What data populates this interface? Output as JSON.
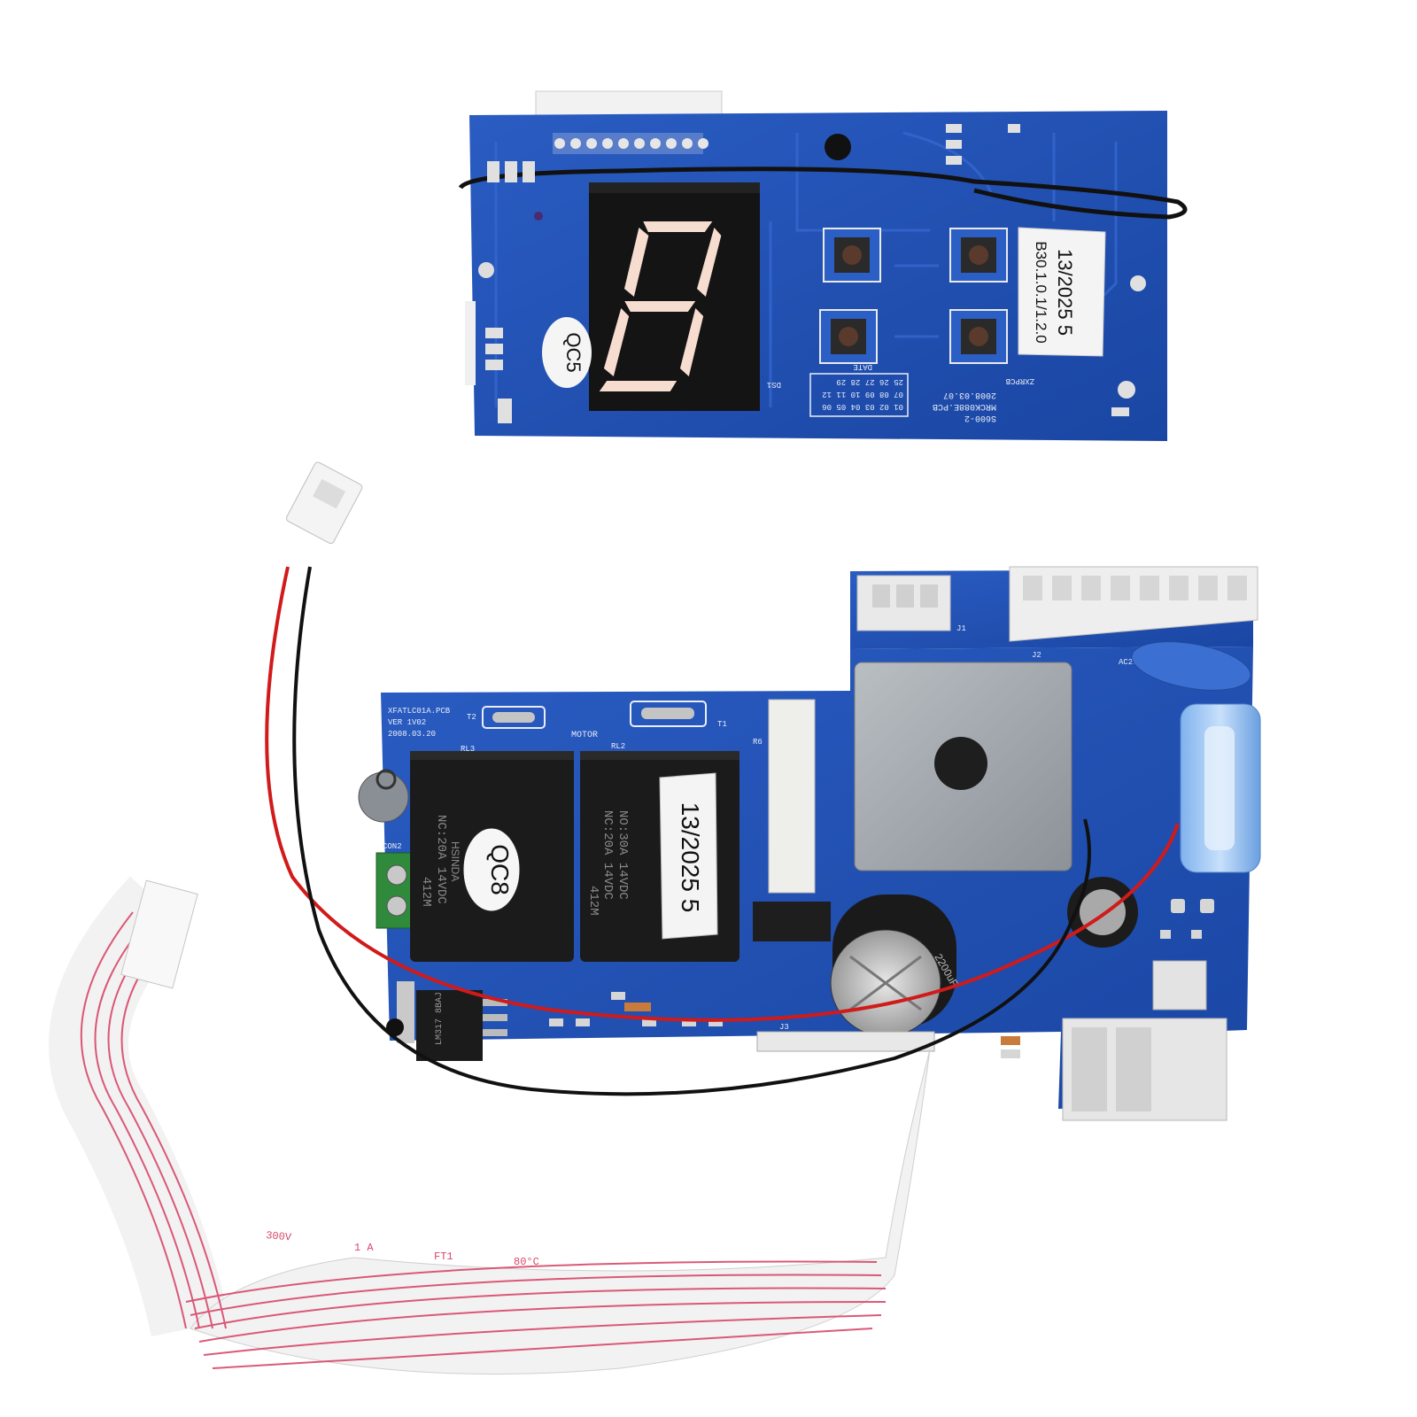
{
  "display_board": {
    "qc_label": "QC5",
    "sticker_line1": "13/2025 5",
    "sticker_line2": "B30.1.0.1/1.2.0",
    "silk_model": "MRCK088E.PCB",
    "silk_date": "2008.03.07",
    "silk_series": "S600-2",
    "silk_brand": "ZXRPCB",
    "silk_ds": "DS1",
    "silk_date_label": "DATE",
    "date_grid_row1": "01 02 03 04 05 06",
    "date_grid_row2": "07 08 09 10 11 12",
    "date_grid_row3": "25 26 27 28 29"
  },
  "control_board": {
    "qc_label": "QC8",
    "sticker_text": "13/2025 5",
    "silk_pcb": "XFATLC01A.PCB",
    "silk_ver": "VER 1V02",
    "silk_date": "2008.03.20",
    "silk_motor": "MOTOR",
    "silk_rl3": "RL3",
    "silk_rl2": "RL2",
    "silk_con2": "CON2",
    "silk_j1": "J1",
    "silk_j2": "J2",
    "silk_j3": "J3",
    "silk_r6": "R6",
    "silk_t1": "T1",
    "silk_t2": "T2",
    "silk_ac": "AC220V",
    "relay1_brand": "HSINDA",
    "relay1_spec1": "NC:20A 14VDC",
    "relay1_spec2": "412M",
    "relay2_spec1": "NO:30A 14VDC",
    "relay2_spec2": "NC:20A 14VDC",
    "relay2_spec3": "412M",
    "regulator_text": "LM317 8BAJ",
    "capacitor_text": "2200uF"
  },
  "ribbon_cable": {
    "print_a": "300V",
    "print_b": "1 A",
    "print_c": "FT1",
    "print_d": "80°C"
  },
  "colors": {
    "pcb_blue": "#1f4fb0",
    "wire_red": "#d11a1a",
    "wire_black": "#111111",
    "ribbon_red": "#d8486a"
  }
}
